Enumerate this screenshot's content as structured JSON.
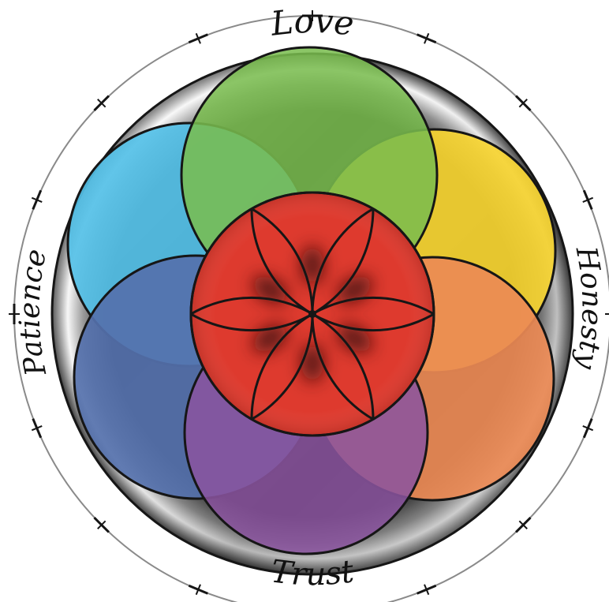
{
  "words": {
    "top": "Love",
    "right": "Honesty",
    "bottom": "Trust",
    "left": "Patience"
  },
  "colors": {
    "outer_ring": "#8a8a8a",
    "ring_dark": "#2a2a2a",
    "ring_light": "#f4f4f4",
    "outline": "#161616",
    "petals": {
      "top": "#79bd4e",
      "upper_right": "#f7d531",
      "lower_right": "#ec8a55",
      "bottom": "#8a549f",
      "lower_left": "#5571ad",
      "upper_left": "#54c0e7"
    },
    "center": "#de3a2e",
    "flower_shadow": "#3b0a08"
  },
  "icons": {
    "background_ring": "silver-ring-icon",
    "center_flower": "seed-of-life-flower-icon"
  }
}
